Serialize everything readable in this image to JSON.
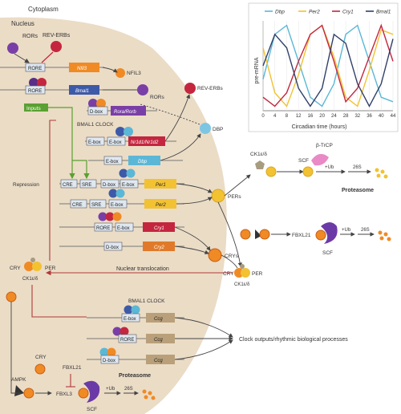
{
  "regions": {
    "cytoplasm": "Cytoplasm",
    "nucleus": "Nucleus"
  },
  "labels": {
    "rors": "RORs",
    "reverbs": "REV-ERBs",
    "rore": "RORE",
    "nfil3_gene": "Nfil3",
    "bmal1_gene": "Bmal1",
    "nfil3": "NFIL3",
    "rors2": "RORs",
    "reverbs2": "REV-ERBs",
    "dbox": "D-box",
    "rora_rorb": "Rora/Rorb",
    "inputs": "Inputs",
    "bmal1_clock": "BMAL1 CLOCK",
    "ebox": "E-box",
    "nr1d": "Nr1d1/Nr1d2",
    "dbp_gene": "Dbp",
    "dbp": "DBP",
    "repression": "Repression",
    "cre": "CRE",
    "sre": "SRE",
    "per1": "Per1",
    "per2": "Per2",
    "cry1": "Cry1",
    "cry2": "Cry2",
    "pers": "PERs",
    "crys": "CRYs",
    "ck1": "CK1ε/δ",
    "btrcp": "β-TrCP",
    "scf": "SCF",
    "ub": "+Ub",
    "s26": "26S",
    "proteasome": "Proteasome",
    "fbxl21": "FBXL21",
    "fbxl3": "FBXL3",
    "cry": "CRY",
    "per": "PER",
    "nuclear_translocation": "Nuclear translocation",
    "ccg": "Ccg",
    "clock_outputs": "Clock outputs/rhythmic biological processes",
    "ampk": "AMPK"
  },
  "chart_data": {
    "type": "line",
    "xlabel": "Circadian time (hours)",
    "ylabel": "pre-mRNA",
    "x_ticks": [
      0,
      4,
      8,
      12,
      16,
      20,
      24,
      28,
      32,
      36,
      40,
      44
    ],
    "xlim": [
      0,
      44
    ],
    "series": [
      {
        "name": "Dbp",
        "color": "#5bb7d6",
        "x": [
          0,
          4,
          8,
          12,
          16,
          20,
          24,
          28,
          32,
          36,
          40,
          44
        ],
        "y": [
          0.35,
          0.85,
          0.95,
          0.55,
          0.15,
          0.05,
          0.3,
          0.85,
          0.95,
          0.55,
          0.15,
          0.1
        ]
      },
      {
        "name": "Per2",
        "color": "#f2c232",
        "x": [
          0,
          4,
          8,
          12,
          16,
          20,
          24,
          28,
          32,
          36,
          40,
          44
        ],
        "y": [
          0.7,
          0.2,
          0.05,
          0.4,
          0.85,
          0.95,
          0.6,
          0.15,
          0.05,
          0.45,
          0.9,
          0.85
        ]
      },
      {
        "name": "Cry1",
        "color": "#c4263f",
        "x": [
          0,
          4,
          8,
          12,
          16,
          20,
          24,
          28,
          32,
          36,
          40,
          44
        ],
        "y": [
          0.15,
          0.05,
          0.2,
          0.55,
          0.85,
          0.95,
          0.55,
          0.1,
          0.25,
          0.6,
          0.95,
          0.55
        ]
      },
      {
        "name": "Bmal1",
        "color": "#2f3f68",
        "x": [
          0,
          4,
          8,
          12,
          16,
          20,
          24,
          28,
          32,
          36,
          40,
          44
        ],
        "y": [
          0.5,
          0.85,
          0.7,
          0.25,
          0.05,
          0.25,
          0.85,
          0.75,
          0.3,
          0.05,
          0.3,
          0.8
        ]
      }
    ]
  }
}
